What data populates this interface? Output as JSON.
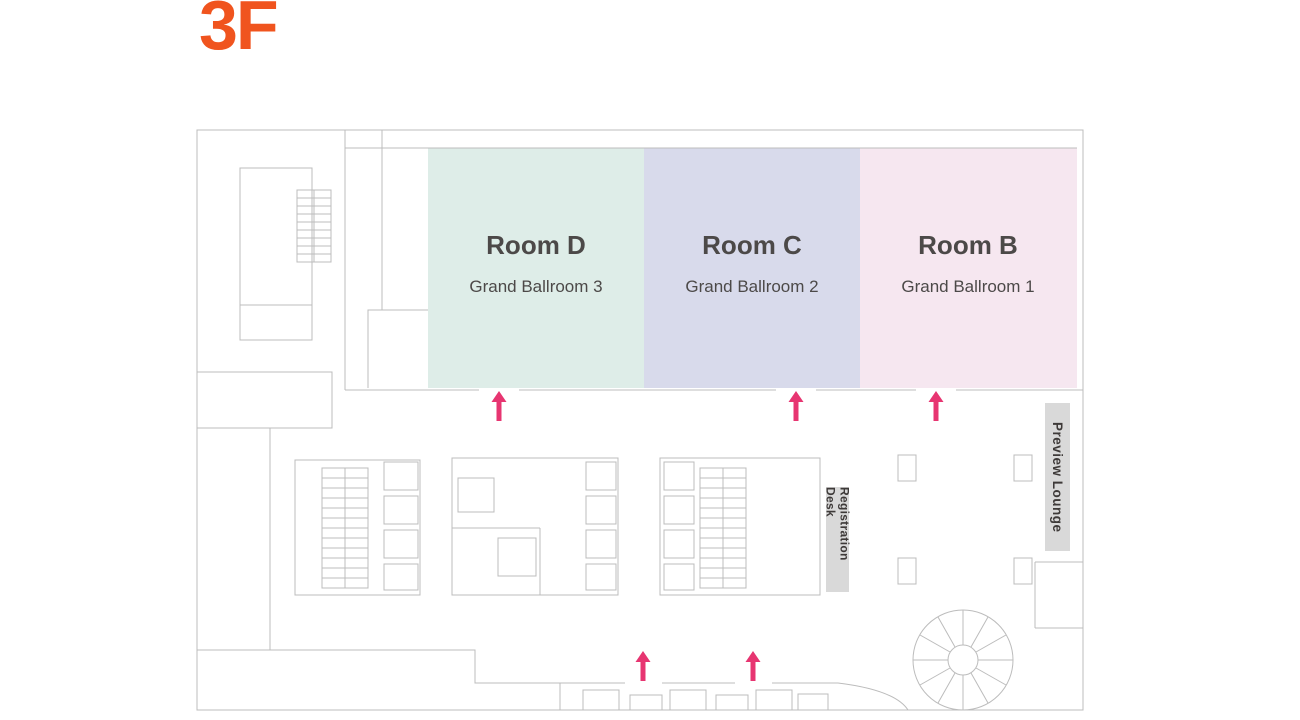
{
  "floor": {
    "label": "3F"
  },
  "rooms": [
    {
      "name": "Room D",
      "subtitle": "Grand Ballroom 3",
      "color": "#DEEDE8"
    },
    {
      "name": "Room C",
      "subtitle": "Grand Ballroom 2",
      "color": "#D8DAEB"
    },
    {
      "name": "Room B",
      "subtitle": "Grand Ballroom 1",
      "color": "#F6E7F0"
    }
  ],
  "labels": {
    "preview_lounge": "Preview Lounge",
    "registration_desk": "Registration Desk"
  },
  "colors": {
    "accent": "#F0541E",
    "arrow": "#E73571",
    "line": "#BCBCBC",
    "label_bg": "#D9D9D9",
    "text": "#4C4948"
  }
}
